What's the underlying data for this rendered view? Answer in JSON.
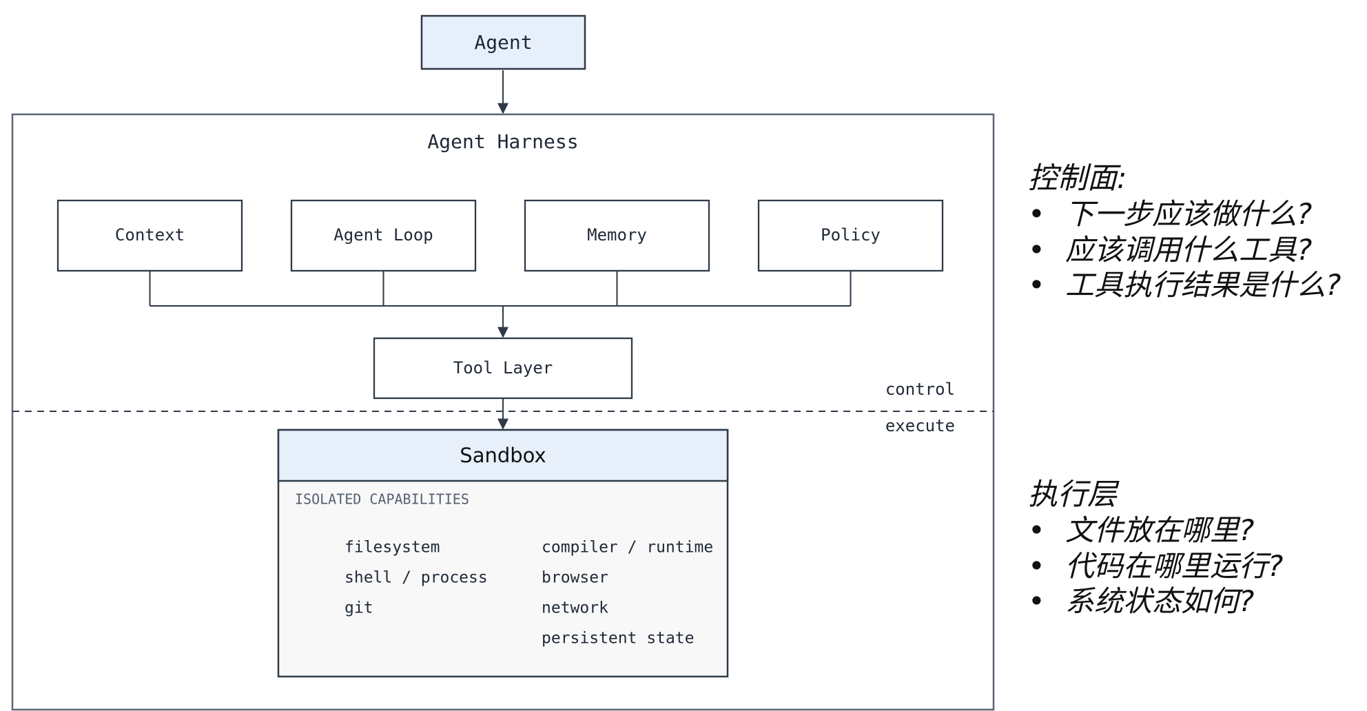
{
  "diagram": {
    "agent_label": "Agent",
    "harness_label": "Agent Harness",
    "components": [
      "Context",
      "Agent Loop",
      "Memory",
      "Policy"
    ],
    "tool_layer_label": "Tool Layer",
    "control_label": "control",
    "execute_label": "execute",
    "sandbox": {
      "title": "Sandbox",
      "section_label": "ISOLATED CAPABILITIES",
      "capabilities_left": [
        "filesystem",
        "shell / process",
        "git"
      ],
      "capabilities_right": [
        "compiler / runtime",
        "browser",
        "network",
        "persistent state"
      ]
    }
  },
  "notes": {
    "control": {
      "title": "控制面:",
      "items": [
        "下一步应该做什么?",
        "应该调用什么工具?",
        "工具执行结果是什么?"
      ]
    },
    "execution": {
      "title": "执行层",
      "items": [
        "文件放在哪里?",
        "代码在哪里运行?",
        "系统状态如何?"
      ]
    }
  },
  "colors": {
    "line": "#2f3a47",
    "box_fill": "#ffffff",
    "accent_fill": "#e7effb",
    "sandbox_body_fill": "#f8f8f8",
    "muted_text": "#556070"
  }
}
